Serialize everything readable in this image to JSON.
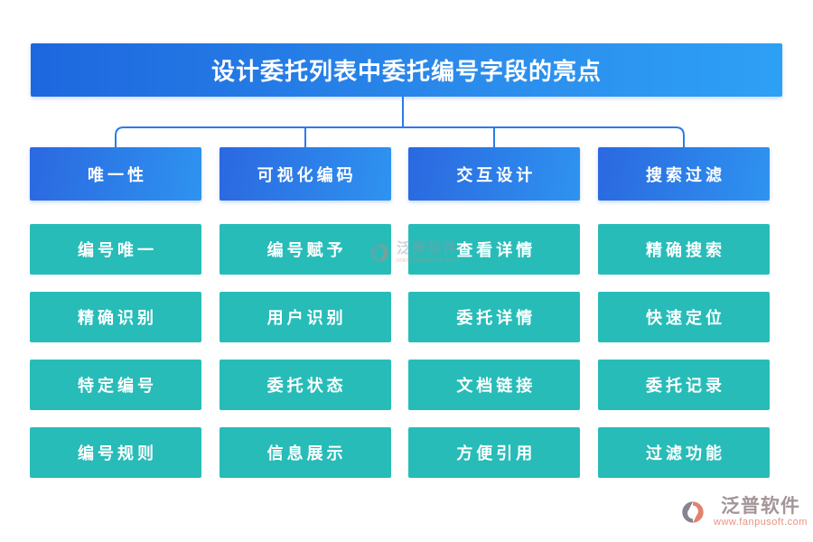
{
  "title": "设计委托列表中委托编号字段的亮点",
  "columns": [
    {
      "header": "唯一性",
      "items": [
        "编号唯一",
        "精确识别",
        "特定编号",
        "编号规则"
      ]
    },
    {
      "header": "可视化编码",
      "items": [
        "编号赋予",
        "用户识别",
        "委托状态",
        "信息展示"
      ]
    },
    {
      "header": "交互设计",
      "items": [
        "查看详情",
        "委托详情",
        "文档链接",
        "方便引用"
      ]
    },
    {
      "header": "搜索过滤",
      "items": [
        "精确搜索",
        "快速定位",
        "委托记录",
        "过滤功能"
      ]
    }
  ],
  "watermark": {
    "brand": "泛普软件",
    "url": "www.fanpusoft.com"
  },
  "footer": {
    "brand": "泛普软件",
    "url": "www.fanpusoft.com"
  },
  "colors": {
    "title_gradient_left": "#1d67de",
    "title_gradient_right": "#2da0f5",
    "header_gradient_left": "#2b68e0",
    "header_gradient_right": "#2e93f0",
    "node_teal": "#27bcb8",
    "connector_blue": "#2b7ce9",
    "brand_gray": "#a39598",
    "url_salmon": "#e8927e"
  }
}
